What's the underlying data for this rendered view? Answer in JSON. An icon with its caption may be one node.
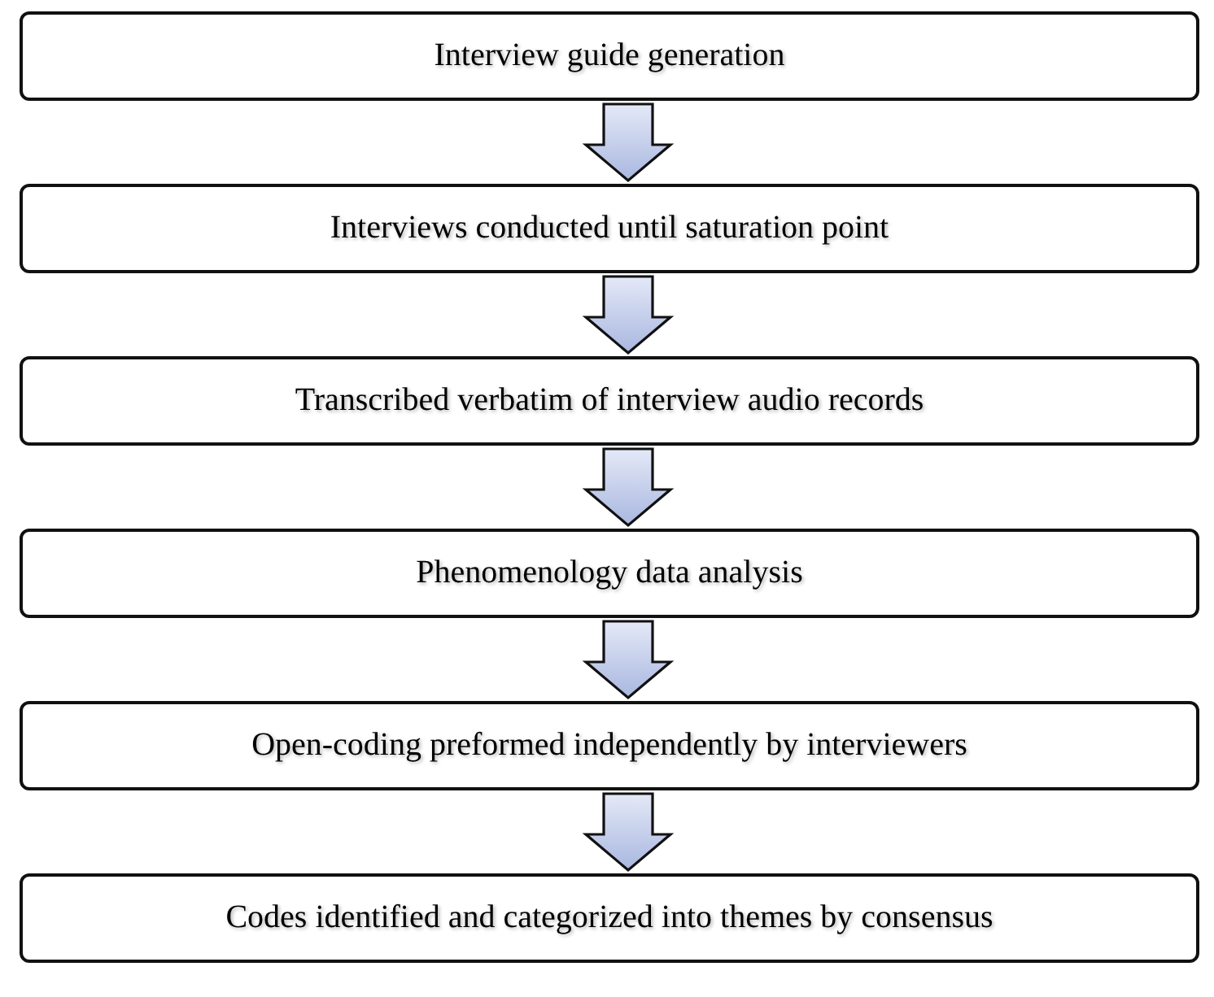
{
  "diagram": {
    "nodes": [
      {
        "text": [
          "Interview guide generation"
        ]
      },
      {
        "text": [
          "Interviews conducted until saturation point"
        ]
      },
      {
        "text": [
          "Transcribed verbatim of interview audio records"
        ]
      },
      {
        "text": [
          "Phenomenology data analysis"
        ]
      },
      {
        "text": [
          "Open-coding preformed independently by interviewers"
        ]
      },
      {
        "text": [
          "Codes identified and categorized into themes by consensus"
        ]
      }
    ],
    "edges": [
      {
        "from": 0,
        "to": 1,
        "arrow": "to"
      },
      {
        "from": 1,
        "to": 2,
        "arrow": "to"
      },
      {
        "from": 2,
        "to": 3,
        "arrow": "to"
      },
      {
        "from": 3,
        "to": 4,
        "arrow": "to"
      },
      {
        "from": 4,
        "to": 5,
        "arrow": "to"
      }
    ]
  }
}
